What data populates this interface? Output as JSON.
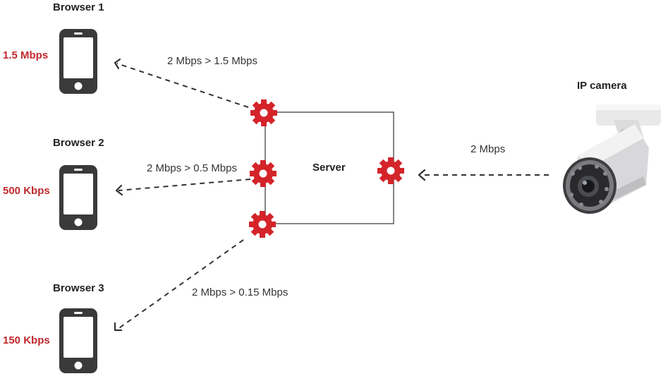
{
  "colors": {
    "accent_red": "#d4242a",
    "rate_red": "#c0282d",
    "phone_dark": "#3a3a3a",
    "line": "#333333"
  },
  "browsers": [
    {
      "title": "Browser 1",
      "rate": "1.5 Mbps",
      "icon": "smartphone-icon"
    },
    {
      "title": "Browser 2",
      "rate": "500 Kbps",
      "icon": "smartphone-icon"
    },
    {
      "title": "Browser 3",
      "rate": "150 Kbps",
      "icon": "smartphone-icon"
    }
  ],
  "server": {
    "label": "Server",
    "icon": "gear-icon"
  },
  "camera": {
    "title": "IP camera",
    "icon": "ip-camera-icon"
  },
  "edges": {
    "camera_to_server": "2 Mbps",
    "to_browser1": "2 Mbps > 1.5 Mbps",
    "to_browser2": "2 Mbps > 0.5 Mbps",
    "to_browser3": "2 Mbps > 0.15 Mbps"
  }
}
